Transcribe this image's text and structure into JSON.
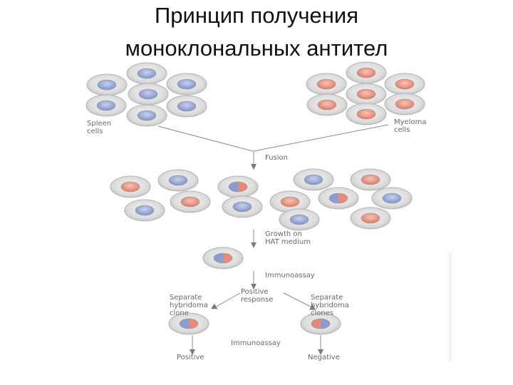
{
  "title": {
    "line1": "Принцип  получения",
    "line2": "моноклональных антител"
  },
  "labels": {
    "spleen_line1": "Spleen",
    "spleen_line2": "cells",
    "myeloma_line1": "Myeloma",
    "myeloma_line2": "cells",
    "fusion": "Fusion",
    "growth_line1": "Growth on",
    "growth_line2": "HAT medium",
    "immunoassay_1": "Immunoassay",
    "positive_response_line1": "Positive",
    "positive_response_line2": "response",
    "sep_left_line1": "Separate",
    "sep_left_line2": "hybridoma",
    "sep_left_line3": "clone",
    "sep_right_line1": "Separate",
    "sep_right_line2": "hybridoma",
    "sep_right_line3": "clones",
    "immunoassay_2": "Immunoassay",
    "positive": "Positive",
    "negative": "Negative"
  },
  "colors": {
    "spleen_nucleus": "#8a9cd0",
    "myeloma_nucleus": "#e88a78",
    "cell_body": "#d6d6d6",
    "arrow": "#808080"
  }
}
